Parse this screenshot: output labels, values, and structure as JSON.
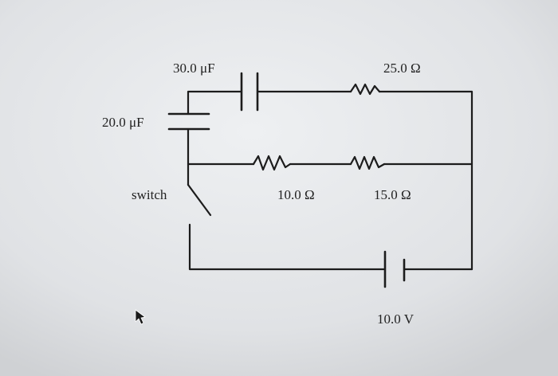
{
  "labels": {
    "c1": "30.0 μF",
    "r1": "25.0 Ω",
    "c2": "20.0 μF",
    "switch": "switch",
    "r2": "10.0 Ω",
    "r3": "15.0 Ω",
    "battery": "10.0 V"
  },
  "icons": {
    "cursor": "mouse-pointer-icon"
  },
  "colors": {
    "background": "#dfe1e4",
    "ink": "#1c1c1c"
  }
}
